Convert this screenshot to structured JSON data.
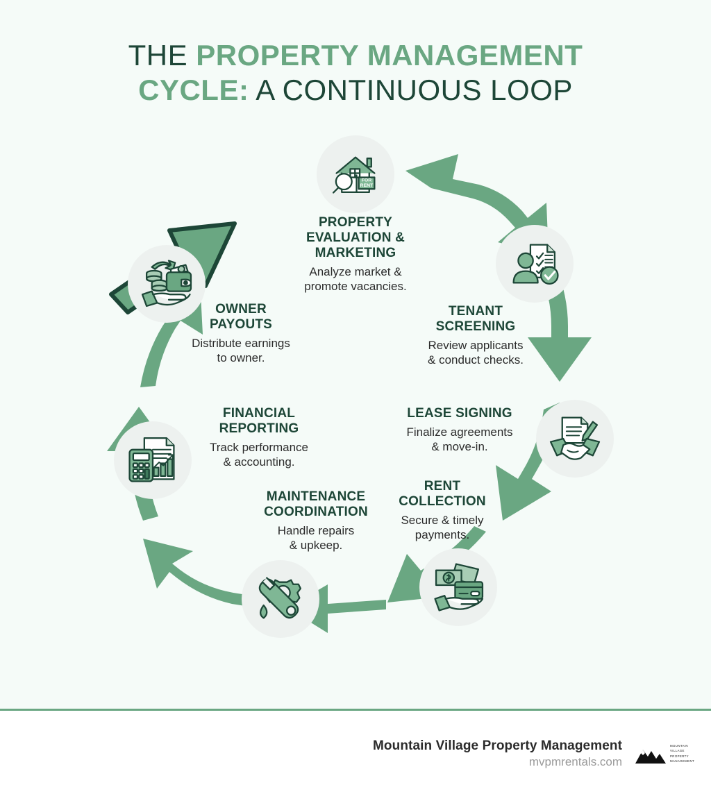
{
  "theme": {
    "bg": "#f5fbf8",
    "footer_bg": "#ffffff",
    "dark_green": "#1d4637",
    "accent_green": "#6aa782",
    "arrow_green": "#6aa782",
    "node_bg": "#edf1ef",
    "body_text": "#2b2b2b",
    "muted_text": "#9a9a9a",
    "divider": "#6aa782"
  },
  "title": {
    "line1_a": "THE ",
    "line1_b": "PROPERTY MANAGEMENT",
    "line2_a": "CYCLE:",
    "line2_b": " A CONTINUOUS LOOP"
  },
  "cycle": {
    "steps": [
      {
        "id": "property-evaluation-marketing",
        "head_lines": [
          "PROPERTY",
          "EVALUATION &",
          "MARKETING"
        ],
        "desc_lines": [
          "Analyze market &",
          "promote vacancies."
        ],
        "icon": "house-for-rent-magnifier-icon"
      },
      {
        "id": "tenant-screening",
        "head_lines": [
          "TENANT",
          "SCREENING"
        ],
        "desc_lines": [
          "Review applicants",
          "& conduct checks."
        ],
        "icon": "person-checklist-approved-icon"
      },
      {
        "id": "lease-signing",
        "head_lines": [
          "LEASE SIGNING"
        ],
        "desc_lines": [
          "Finalize agreements",
          "& move-in."
        ],
        "icon": "handshake-contract-pen-icon"
      },
      {
        "id": "rent-collection",
        "head_lines": [
          "RENT",
          "COLLECTION"
        ],
        "desc_lines": [
          "Secure & timely",
          "payments."
        ],
        "icon": "hand-cash-credit-card-icon"
      },
      {
        "id": "maintenance-coordination",
        "head_lines": [
          "MAINTENANCE",
          "COORDINATION"
        ],
        "desc_lines": [
          "Handle repairs",
          "& upkeep."
        ],
        "icon": "wrench-gear-drop-icon"
      },
      {
        "id": "financial-reporting",
        "head_lines": [
          "FINANCIAL",
          "REPORTING"
        ],
        "desc_lines": [
          "Track performance",
          "& accounting."
        ],
        "icon": "calculator-report-chart-icon"
      },
      {
        "id": "owner-payouts",
        "head_lines": [
          "OWNER",
          "PAYOUTS"
        ],
        "desc_lines": [
          "Distribute earnings",
          "to owner."
        ],
        "icon": "hand-wallet-coins-icon"
      }
    ]
  },
  "footer": {
    "company": "Mountain Village Property Management",
    "website": "mvpmrentals.com",
    "logo_lines": [
      "MOUNTAIN",
      "VILLAGE",
      "PROPERTY",
      "MANAGEMENT"
    ]
  }
}
